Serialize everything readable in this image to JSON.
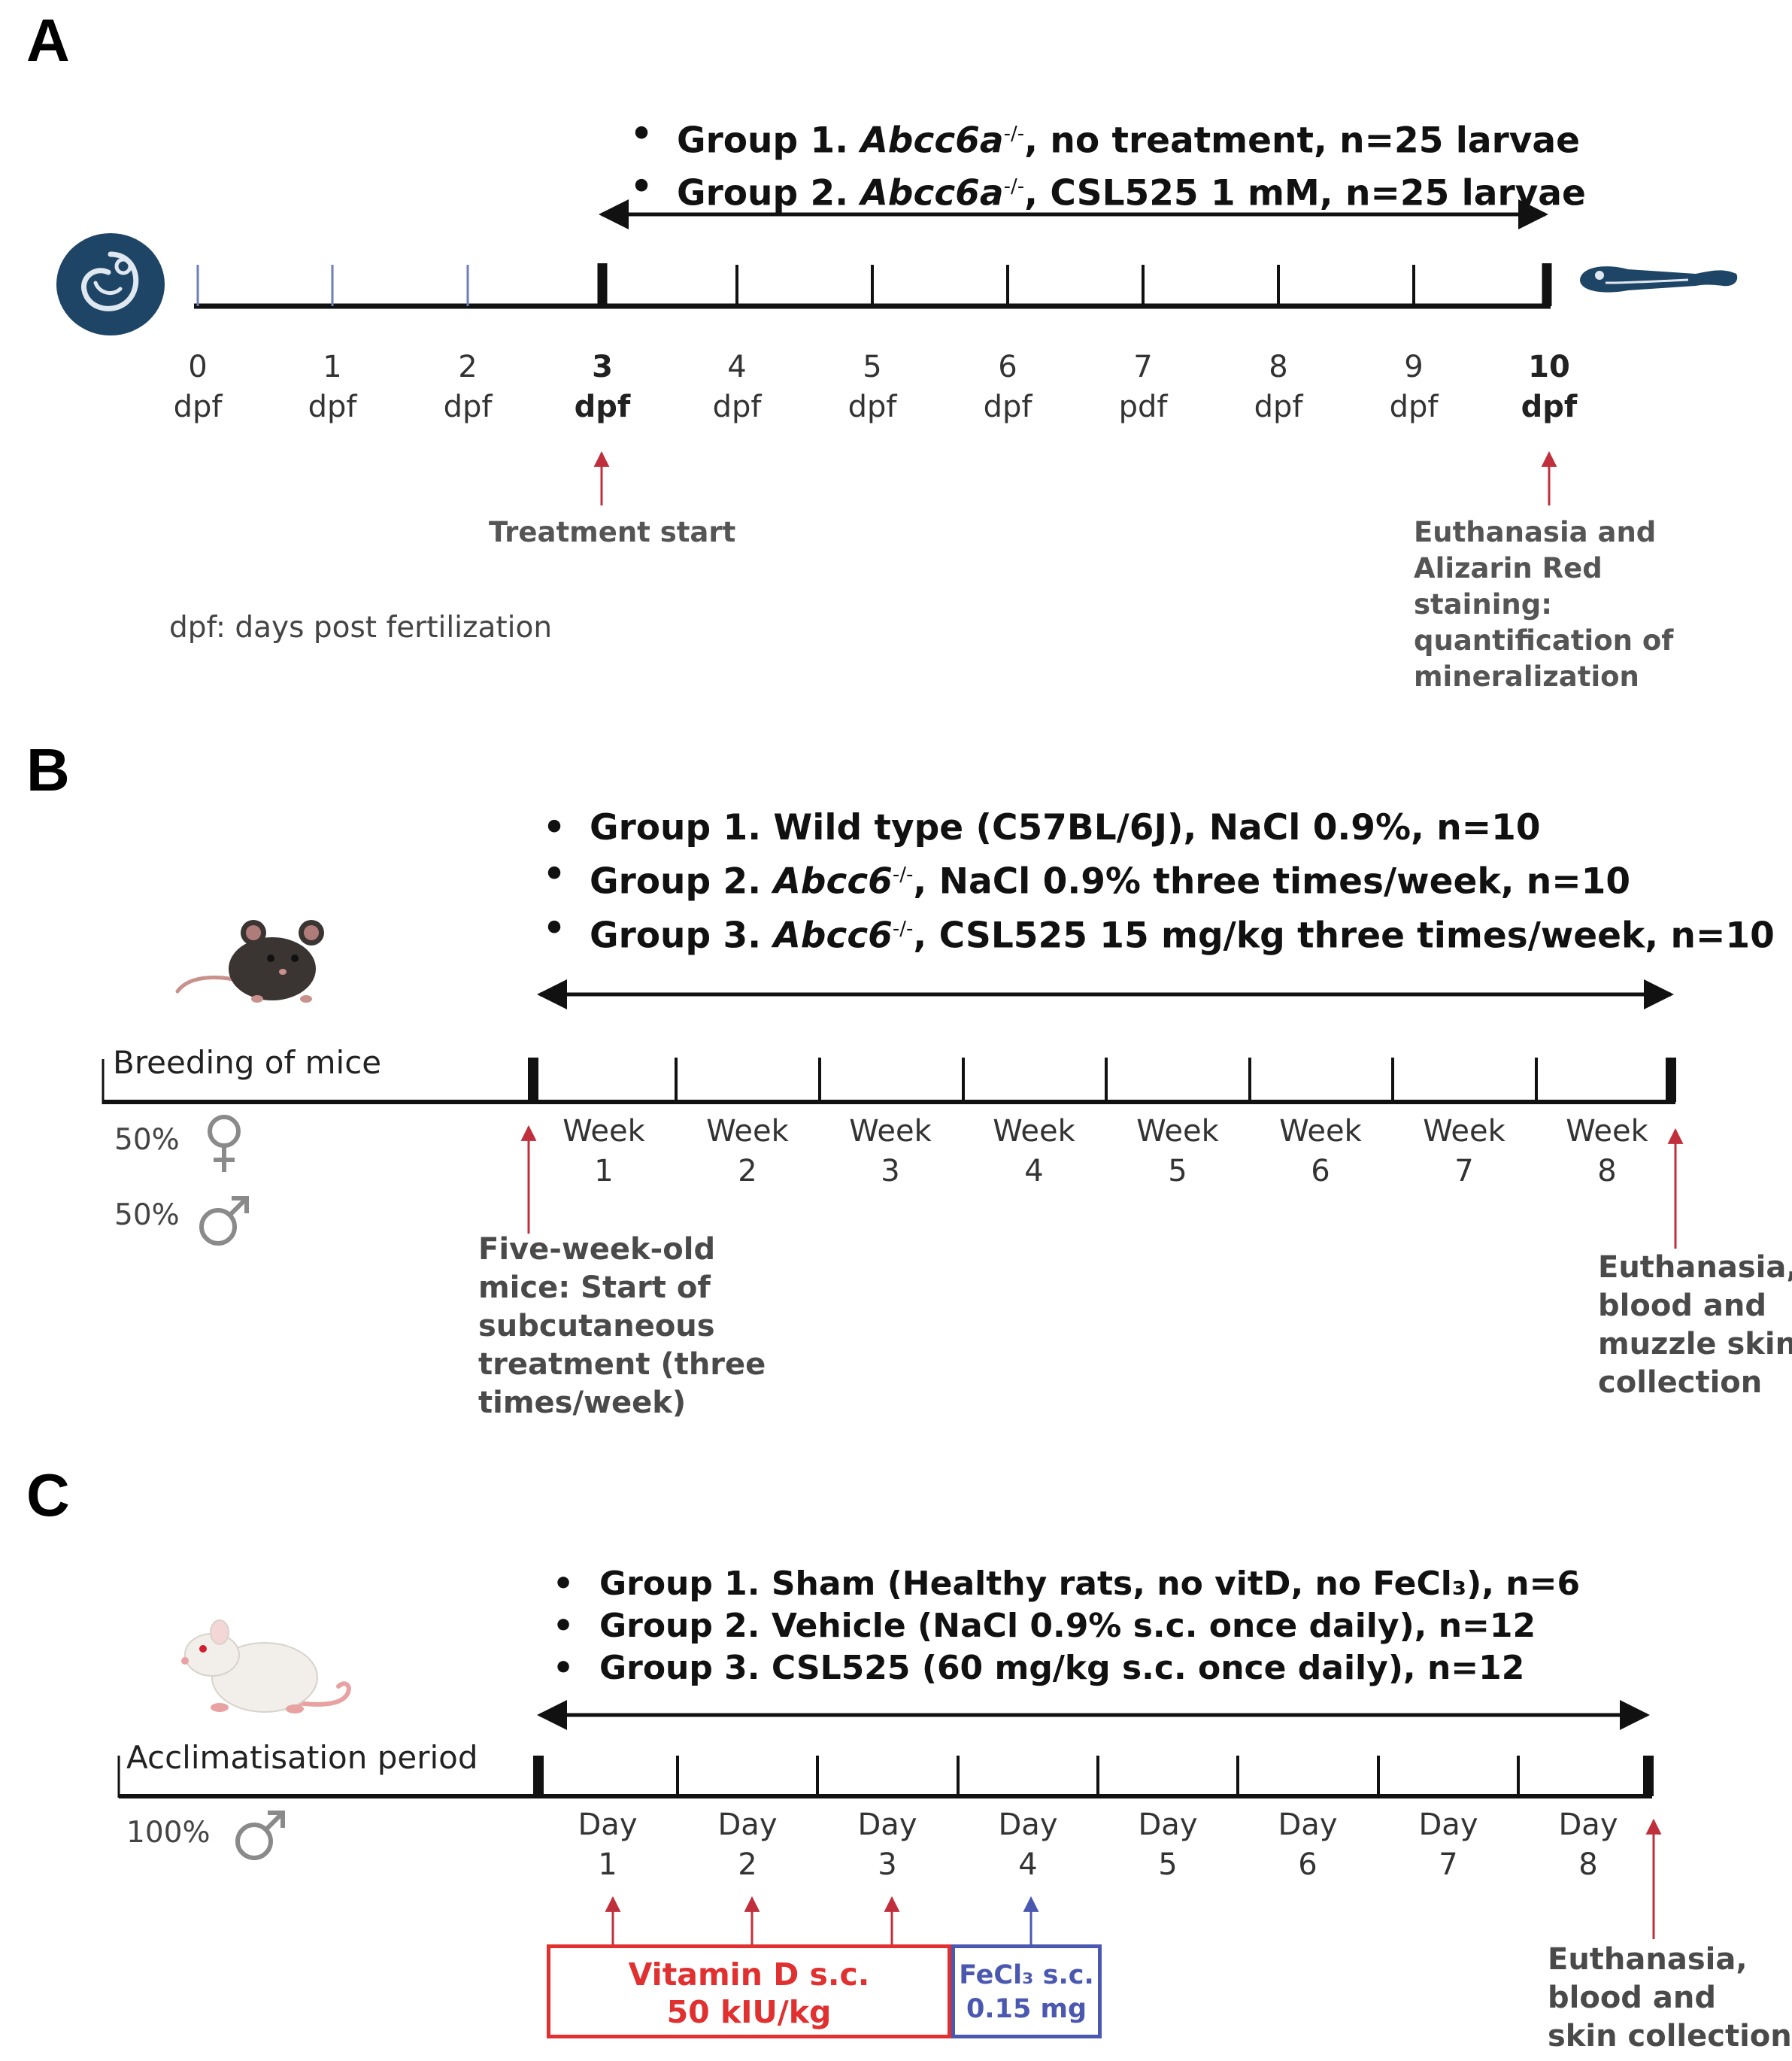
{
  "panels": {
    "a": {
      "label": "A",
      "groups": [
        {
          "prefix": "Group 1. ",
          "genotype": "Abcc6a",
          "sup": "-/-",
          "rest": ", no treatment, n=25 larvae"
        },
        {
          "prefix": "Group 2. ",
          "genotype": "Abcc6a",
          "sup": "-/-",
          "rest": ", CSL525  1 mM, n=25 larvae"
        }
      ],
      "ticks": [
        {
          "num": "0",
          "unit": "dpf"
        },
        {
          "num": "1",
          "unit": "dpf"
        },
        {
          "num": "2",
          "unit": "dpf"
        },
        {
          "num": "3",
          "unit": "dpf"
        },
        {
          "num": "4",
          "unit": "dpf"
        },
        {
          "num": "5",
          "unit": "dpf"
        },
        {
          "num": "6",
          "unit": "dpf"
        },
        {
          "num": "7",
          "unit": "pdf"
        },
        {
          "num": "8",
          "unit": "dpf"
        },
        {
          "num": "9",
          "unit": "dpf"
        },
        {
          "num": "10",
          "unit": "dpf"
        }
      ],
      "treatment_start": "Treatment start",
      "endpoint": [
        "Euthanasia and",
        "Alizarin Red",
        "staining:",
        "quantification of",
        "mineralization"
      ],
      "footnote": "dpf: days post fertilization",
      "icons": [
        "zebrafish-embryo-icon",
        "zebrafish-larva-icon"
      ]
    },
    "b": {
      "label": "B",
      "groups": [
        {
          "prefix": "Group 1. Wild type (C57BL/6J), NaCl 0.9%, n=10",
          "genotype": "",
          "sup": "",
          "rest": ""
        },
        {
          "prefix": "Group 2. ",
          "genotype": "Abcc6",
          "sup": "-/-",
          "rest": ", NaCl 0.9% three times/week, n=10"
        },
        {
          "prefix": "Group 3. ",
          "genotype": "Abcc6",
          "sup": "-/-",
          "rest": ", CSL525 15 mg/kg three times/week, n=10"
        }
      ],
      "stage": "Breeding of mice",
      "female_pct": "50%",
      "male_pct": "50%",
      "ticks": [
        {
          "unit": "Week",
          "num": "1"
        },
        {
          "unit": "Week",
          "num": "2"
        },
        {
          "unit": "Week",
          "num": "3"
        },
        {
          "unit": "Week",
          "num": "4"
        },
        {
          "unit": "Week",
          "num": "5"
        },
        {
          "unit": "Week",
          "num": "6"
        },
        {
          "unit": "Week",
          "num": "7"
        },
        {
          "unit": "Week",
          "num": "8"
        }
      ],
      "start_note": [
        "Five-week-old",
        "mice: Start of",
        "subcutaneous",
        "treatment (three",
        "times/week)"
      ],
      "end_note": [
        "Euthanasia,",
        "blood and",
        "muzzle skin",
        "collection"
      ],
      "icons": [
        "mouse-icon",
        "female-symbol-icon",
        "male-symbol-icon"
      ]
    },
    "c": {
      "label": "C",
      "groups": [
        "Group 1. Sham (Healthy rats, no vitD, no FeCl₃), n=6",
        "Group 2. Vehicle (NaCl 0.9% s.c. once daily), n=12",
        "Group 3. CSL525 (60 mg/kg s.c. once daily), n=12"
      ],
      "stage": "Acclimatisation period",
      "male_pct": "100%",
      "ticks": [
        {
          "unit": "Day",
          "num": "1"
        },
        {
          "unit": "Day",
          "num": "2"
        },
        {
          "unit": "Day",
          "num": "3"
        },
        {
          "unit": "Day",
          "num": "4"
        },
        {
          "unit": "Day",
          "num": "5"
        },
        {
          "unit": "Day",
          "num": "6"
        },
        {
          "unit": "Day",
          "num": "7"
        },
        {
          "unit": "Day",
          "num": "8"
        }
      ],
      "vitd_box": [
        "Vitamin D s.c.",
        "50 kIU/kg"
      ],
      "fecl_box": [
        "FeCl₃ s.c.",
        "0.15 mg"
      ],
      "end_note": [
        "Euthanasia,",
        "blood and",
        "skin collection"
      ],
      "icons": [
        "rat-icon",
        "male-symbol-icon"
      ]
    }
  },
  "colors": {
    "arrow_red": "#c0303c",
    "arrow_blue": "#4a58b0",
    "box_red": "#e03030",
    "icon_navy": "#1f4566",
    "gender_gray": "#8a8a8a"
  }
}
